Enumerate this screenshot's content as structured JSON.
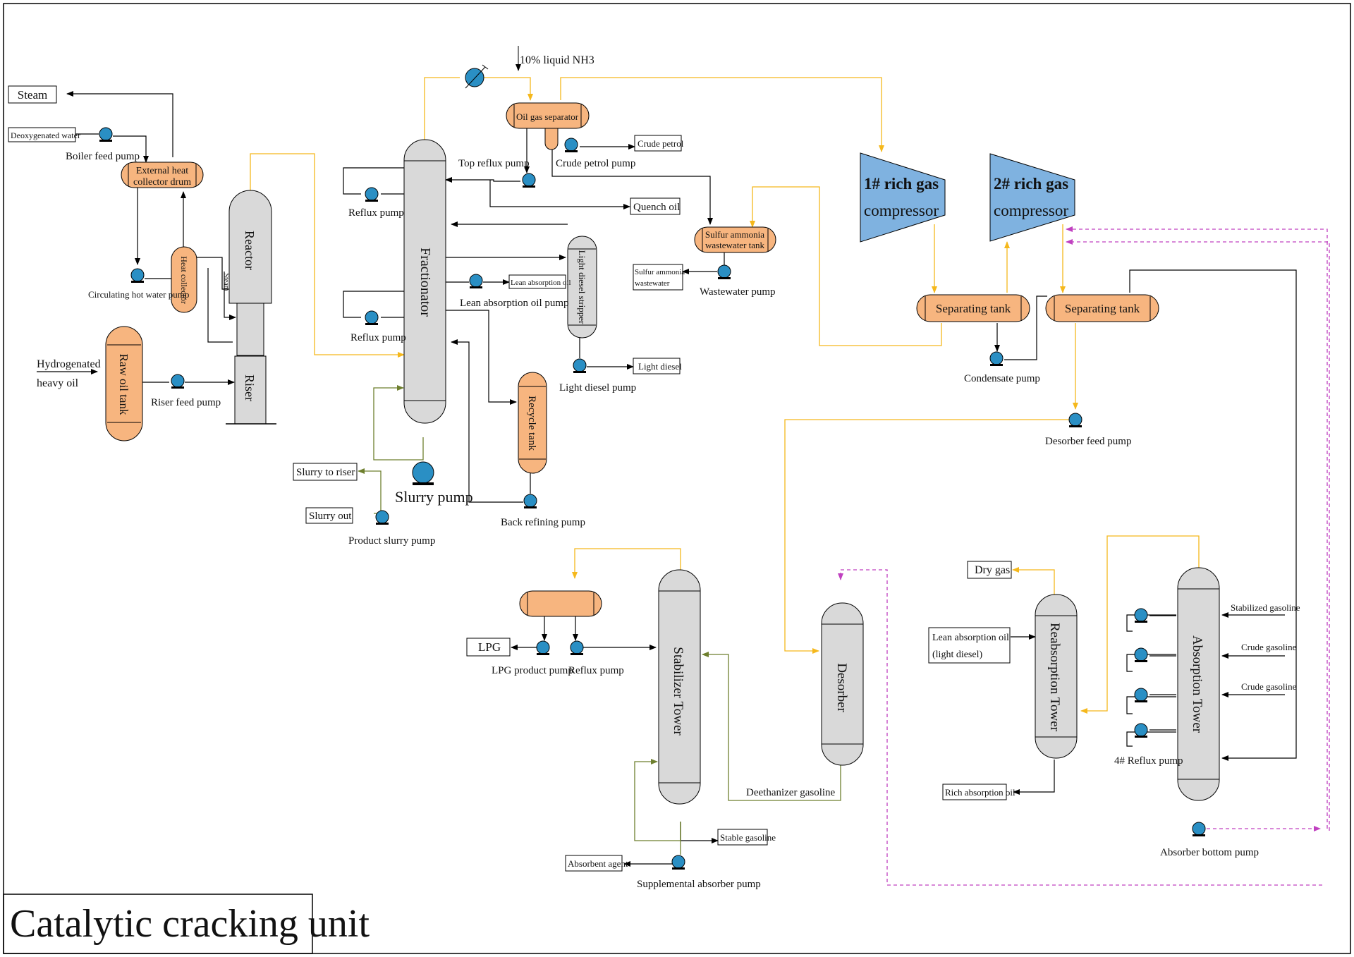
{
  "title": "Catalytic cracking unit",
  "colors": {
    "vessel_gray": "#d9d9d9",
    "vessel_orange": "#f7b57f",
    "compressor_blue": "#7fb2e0",
    "pump_blue": "#2a8fc4",
    "line_black": "#000000",
    "line_yellow": "#f5b81c",
    "line_olive": "#6e7f2e",
    "line_magenta": "#c040c0"
  },
  "equipment": {
    "reactor": "Reactor",
    "riser": "Riser",
    "fractionator": "Fractionator",
    "raw_oil_tank": "Raw oil tank",
    "heat_collector": "Heat collector",
    "external_heat_collector_drum_l1": "External heat",
    "external_heat_collector_drum_l2": "collector drum",
    "oil_gas_separator": "Oil gas separator",
    "light_diesel_stripper": "Light diesel stripper",
    "recycle_tank": "Recycle tank",
    "sulfur_ammonia_tank_l1": "Sulfur ammonia",
    "sulfur_ammonia_tank_l2": "wastewater tank",
    "compressor1_l1": "1# rich gas",
    "compressor1_l2": "compressor",
    "compressor2_l1": "2# rich gas",
    "compressor2_l2": "compressor",
    "separating_tank_1": "Separating tank",
    "separating_tank_2": "Separating tank",
    "stabilizer_tower": "Stabilizer Tower",
    "desorber": "Desorber",
    "reabsorption_tower": "Reabsorption Tower",
    "absorption_tower": "Absorption Tower"
  },
  "pumps": {
    "boiler_feed": "Boiler feed pump",
    "circulating_hot_water": "Circulating hot water pump",
    "riser_feed": "Riser feed pump",
    "reflux_1": "Reflux pump",
    "reflux_2": "Reflux pump",
    "top_reflux": "Top reflux pump",
    "crude_petrol": "Crude petrol pump",
    "lean_absorption_oil": "Lean absorption oil pump",
    "light_diesel": "Light diesel pump",
    "slurry": "Slurry pump",
    "product_slurry": "Product slurry pump",
    "back_refining": "Back refining pump",
    "wastewater": "Wastewater pump",
    "condensate": "Condensate pump",
    "desorber_feed": "Desorber feed pump",
    "lpg_product": "LPG product pump",
    "stabilizer_reflux": "Reflux pump",
    "supplemental_absorber": "Supplemental absorber pump",
    "reflux_4": "4# Reflux pump",
    "absorber_bottom": "Absorber bottom pump"
  },
  "streams": {
    "steam_out": "Steam",
    "deoxygenated_water": "Deoxygenated water",
    "hydrogenated_l1": "Hydrogenated",
    "hydrogenated_l2": "heavy oil",
    "steam_in": "Steam",
    "liquid_nh3": "10% liquid NH3",
    "crude_petrol": "Crude petrol",
    "quench_oil": "Quench oil",
    "lean_absorption_oil_out": "Lean absorption oil",
    "light_diesel_out": "Light diesel",
    "sulfur_ww_l1": "Sulfur ammonia",
    "sulfur_ww_l2": "wastewater",
    "slurry_to_riser": "Slurry to riser",
    "slurry_out": "Slurry out",
    "lpg": "LPG",
    "deethanizer_gasoline": "Deethanizer gasoline",
    "stable_gasoline": "Stable gasoline",
    "absorbent_agent": "Absorbent agent",
    "dry_gas": "Dry gas",
    "lean_absorption_light_l1": "Lean absorption oil",
    "lean_absorption_light_l2": "(light diesel)",
    "rich_absorption_oil": "Rich absorption oil",
    "stabilized_gasoline": "Stabilized gasoline",
    "crude_gasoline_1": "Crude gasoline",
    "crude_gasoline_2": "Crude gasoline"
  }
}
